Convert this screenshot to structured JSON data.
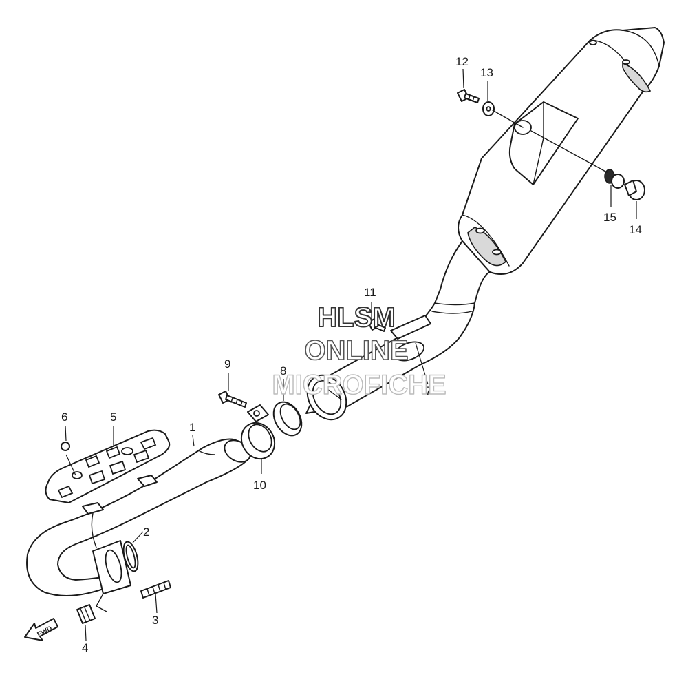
{
  "diagram": {
    "callouts": [
      {
        "id": "1",
        "label": "1"
      },
      {
        "id": "2",
        "label": "2"
      },
      {
        "id": "3",
        "label": "3"
      },
      {
        "id": "4",
        "label": "4"
      },
      {
        "id": "5",
        "label": "5"
      },
      {
        "id": "6",
        "label": "6"
      },
      {
        "id": "7",
        "label": "7"
      },
      {
        "id": "8",
        "label": "8"
      },
      {
        "id": "9",
        "label": "9"
      },
      {
        "id": "10",
        "label": "10"
      },
      {
        "id": "11",
        "label": "11"
      },
      {
        "id": "12",
        "label": "12"
      },
      {
        "id": "13",
        "label": "13"
      },
      {
        "id": "14",
        "label": "14"
      },
      {
        "id": "15",
        "label": "15"
      }
    ],
    "fwd_label": "FWD",
    "fwd_icon": "forward-arrow-icon"
  },
  "watermark": {
    "line1": "HLSM",
    "line2": "ONLINE",
    "line3": "MICROFICHE"
  }
}
